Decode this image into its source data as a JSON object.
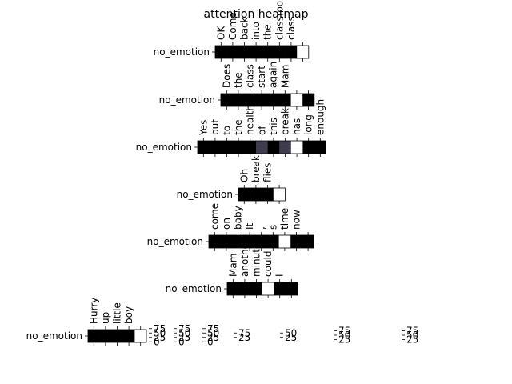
{
  "chart_data": {
    "type": "heatmap",
    "title": "attention heatmap",
    "colormap": {
      "low": "#000000",
      "high": "#ffffff",
      "mid": "#5a5670"
    },
    "rows": [
      {
        "label": "no_emotion",
        "tokens": [
          "OK",
          "Come",
          "back",
          "into",
          "the",
          "classroom",
          "class",
          ""
        ],
        "weights": [
          0,
          0,
          0,
          0,
          0,
          0,
          0,
          1
        ]
      },
      {
        "label": "no_emotion",
        "tokens": [
          "Does",
          "the",
          "class",
          "start",
          "again",
          "Mam",
          "",
          ""
        ],
        "weights": [
          0,
          0,
          0,
          0,
          0,
          0,
          1,
          0
        ]
      },
      {
        "label": "no_emotion",
        "tokens": [
          "Yes",
          "but",
          "to",
          "the",
          "health",
          "of",
          "this",
          "break",
          "has",
          "long",
          "enough"
        ],
        "weights": [
          0,
          0,
          0,
          0,
          0,
          0.35,
          0,
          0.35,
          1,
          0,
          0
        ]
      },
      {
        "label": "no_emotion",
        "tokens": [
          "Oh",
          "break",
          "flies",
          ""
        ],
        "weights": [
          0,
          0,
          0,
          1
        ]
      },
      {
        "label": "no_emotion",
        "tokens": [
          "come",
          "on",
          "baby",
          "It",
          ",",
          "s",
          "time",
          "now",
          ""
        ],
        "weights": [
          0,
          0,
          0,
          0,
          0,
          0,
          1,
          0,
          0
        ]
      },
      {
        "label": "no_emotion",
        "tokens": [
          "Mam",
          "another",
          "minute",
          "could",
          "I",
          ""
        ],
        "weights": [
          0,
          0,
          0,
          1,
          0,
          0
        ]
      },
      {
        "label": "no_emotion",
        "tokens": [
          "Hurry",
          "up",
          "little",
          "boy",
          ""
        ],
        "weights": [
          0,
          0,
          0,
          0,
          1
        ]
      }
    ],
    "colorbars": [
      {
        "ticks": [
          "75",
          "50",
          "25",
          "0"
        ]
      },
      {
        "ticks": [
          "75",
          "50",
          "25",
          "0"
        ]
      },
      {
        "ticks": [
          "75",
          "50",
          "25",
          "0"
        ]
      },
      {
        "ticks": [
          "75",
          "25"
        ]
      },
      {
        "ticks": [
          "50",
          "25"
        ]
      },
      {
        "ticks": [
          "75",
          "50",
          "25"
        ]
      },
      {
        "ticks": [
          "75",
          "50",
          "25"
        ]
      }
    ]
  }
}
